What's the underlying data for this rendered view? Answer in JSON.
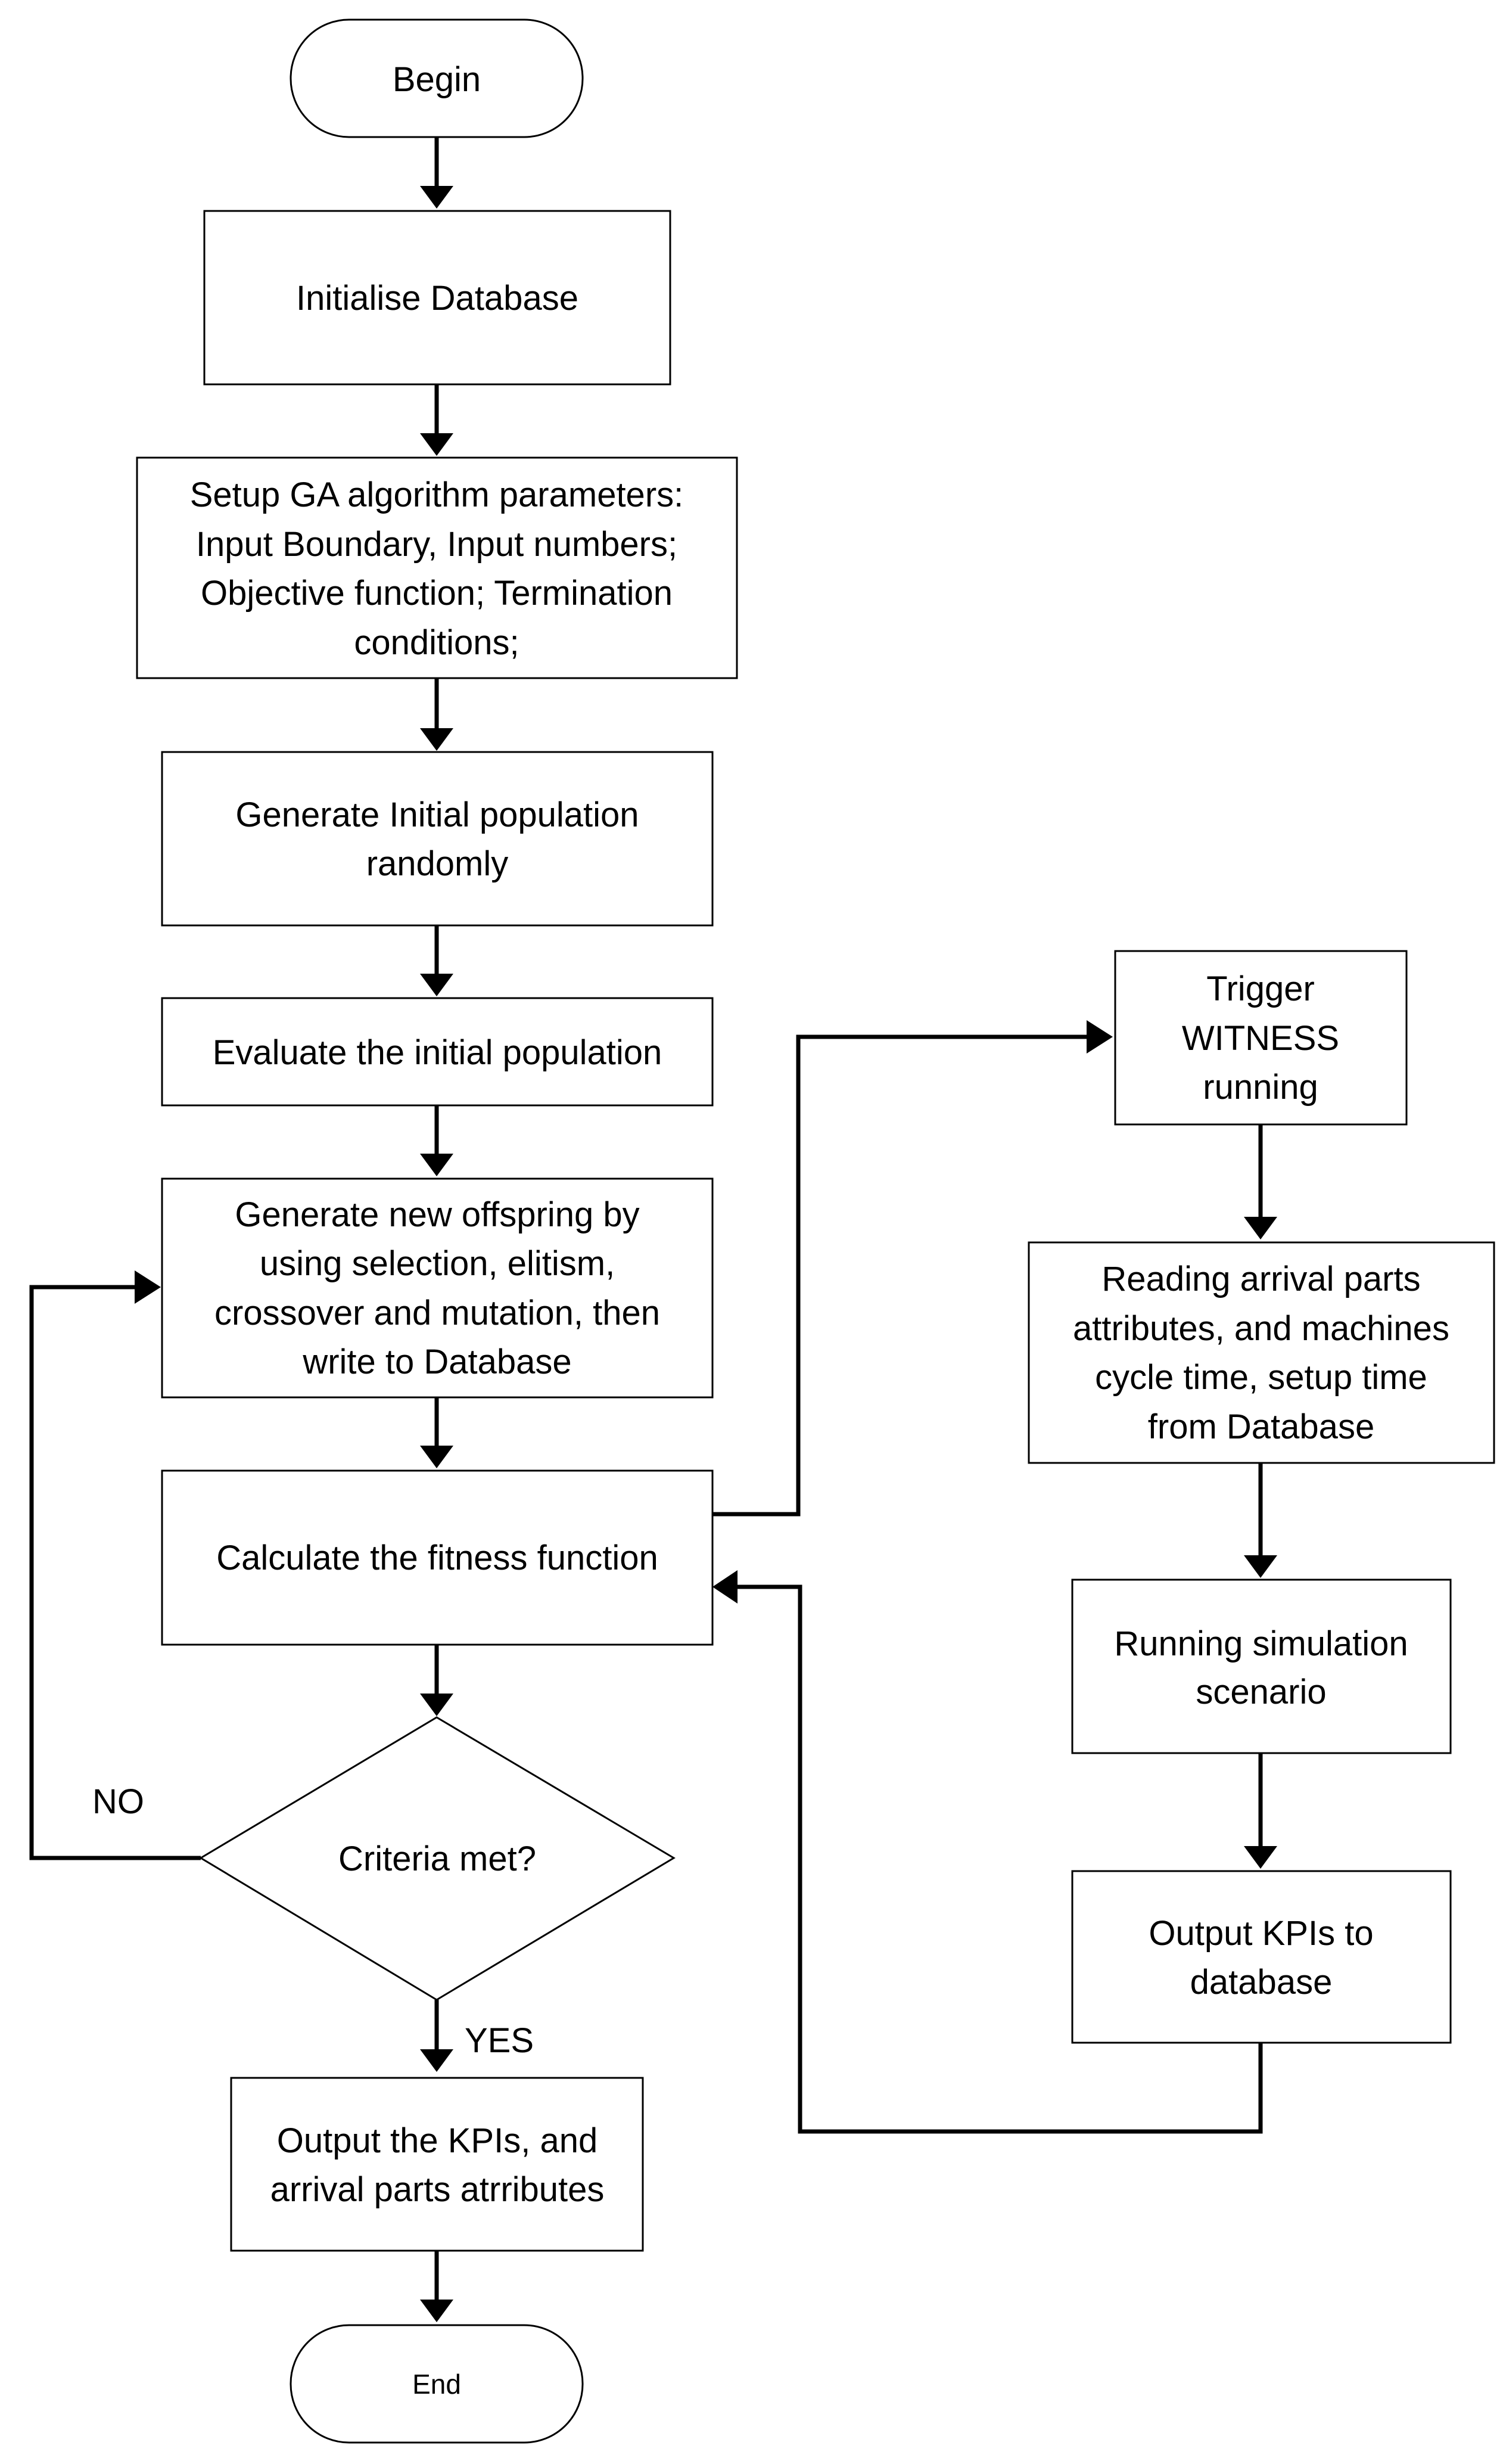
{
  "diagram": {
    "nodes": {
      "begin": {
        "label": "Begin"
      },
      "init_db": {
        "label": "Initialise Database"
      },
      "setup_ga": {
        "lines": [
          "Setup GA algorithm parameters:",
          "Input Boundary, Input numbers;",
          "Objective function; Termination",
          "conditions;"
        ]
      },
      "gen_init": {
        "lines": [
          "Generate Initial population",
          "randomly"
        ]
      },
      "eval_init": {
        "label": "Evaluate the initial population"
      },
      "gen_offspring": {
        "lines": [
          "Generate new offspring by",
          "using selection, elitism,",
          "crossover and mutation, then",
          "write to Database"
        ]
      },
      "calc_fitness": {
        "label": "Calculate the fitness function"
      },
      "criteria": {
        "label": "Criteria met?"
      },
      "output_kpis": {
        "lines": [
          "Output the KPIs, and",
          "arrival parts atrributes"
        ]
      },
      "end": {
        "label": "End"
      },
      "trigger": {
        "lines": [
          "Trigger",
          "WITNESS",
          "running"
        ]
      },
      "reading": {
        "lines": [
          "Reading arrival parts",
          "attributes, and machines",
          "cycle time, setup time",
          "from Database"
        ]
      },
      "running_sim": {
        "lines": [
          "Running simulation",
          "scenario"
        ]
      },
      "output_db": {
        "lines": [
          "Output KPIs to",
          "database"
        ]
      }
    },
    "edge_labels": {
      "no": "NO",
      "yes": "YES"
    }
  }
}
